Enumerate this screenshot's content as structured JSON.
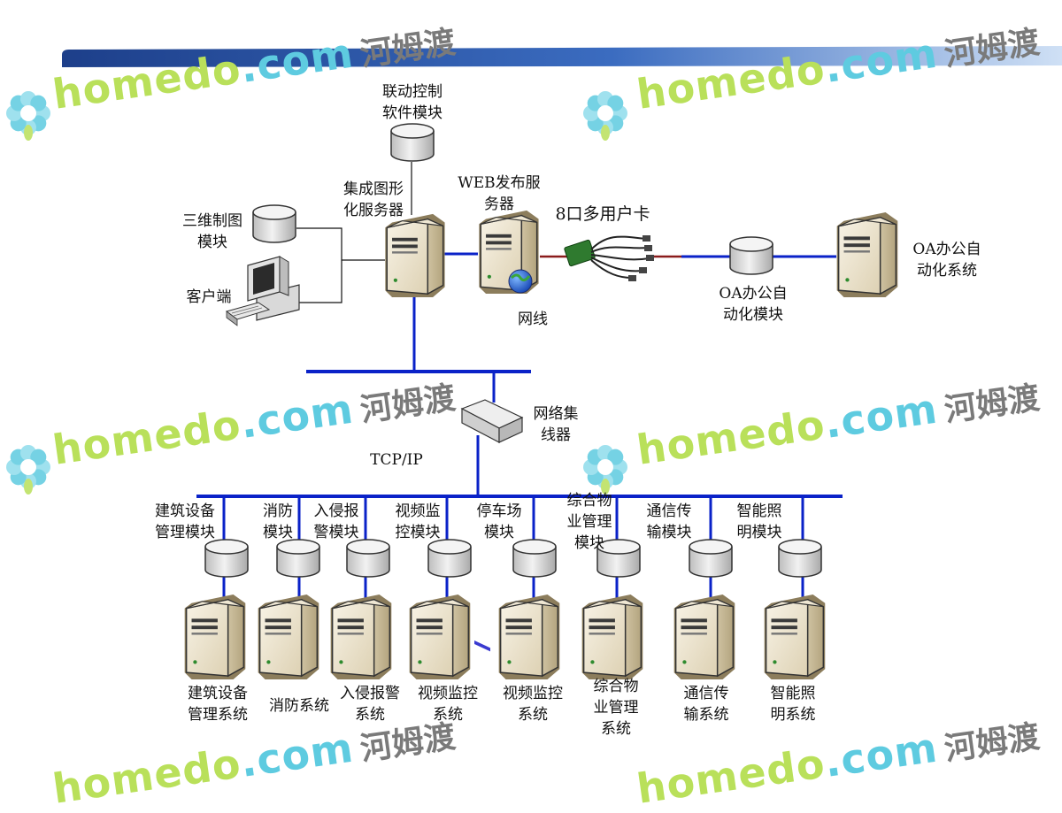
{
  "labels": {
    "linkage": "联动控制\n软件模块",
    "graphics_server": "集成图形\n化服务器",
    "web_server": "WEB发布服\n务器",
    "card": "8口多用户卡",
    "map3d": "三维制图\n模块",
    "client": "客户端",
    "network_cable": "网线",
    "oa_module": "OA办公自\n动化模块",
    "oa_system": "OA办公自\n动化系统",
    "hub": "网络集\n线器",
    "tcpip": "TCP/IP"
  },
  "subsystems": [
    {
      "module": "建筑设备\n管理模块",
      "system": "建筑设备\n管理系统"
    },
    {
      "module": "消防\n模块",
      "system": "消防系统"
    },
    {
      "module": "入侵报\n警模块",
      "system": "入侵报警\n系统"
    },
    {
      "module": "视频监\n控模块",
      "system": "视频监控\n系统"
    },
    {
      "module": "停车场\n模块",
      "system": "视频监控\n系统"
    },
    {
      "module": "综合物\n业管理\n模块",
      "system": "综合物\n业管理\n系统"
    },
    {
      "module": "通信传\n输模块",
      "system": "通信传\n输系统"
    },
    {
      "module": "智能照\n明模块",
      "system": "智能照\n明系统"
    }
  ],
  "watermark": {
    "homedo": "homedo",
    "com": ".com",
    "chinese": "河姆渡"
  },
  "colors": {
    "bus_blue": "#0a22c8",
    "link_red": "#8a1c1c",
    "banner_dark": "#1d3f8a",
    "server_body": "#e6dcc4",
    "server_front": "#f4eedf",
    "cylinder": "#e8e8e8"
  },
  "icons": [
    "database-cylinder-icon",
    "server-tower-icon",
    "globe-icon",
    "desktop-computer-icon",
    "network-hub-icon",
    "serial-cable-card-icon",
    "homedo-flower-logo-icon"
  ]
}
